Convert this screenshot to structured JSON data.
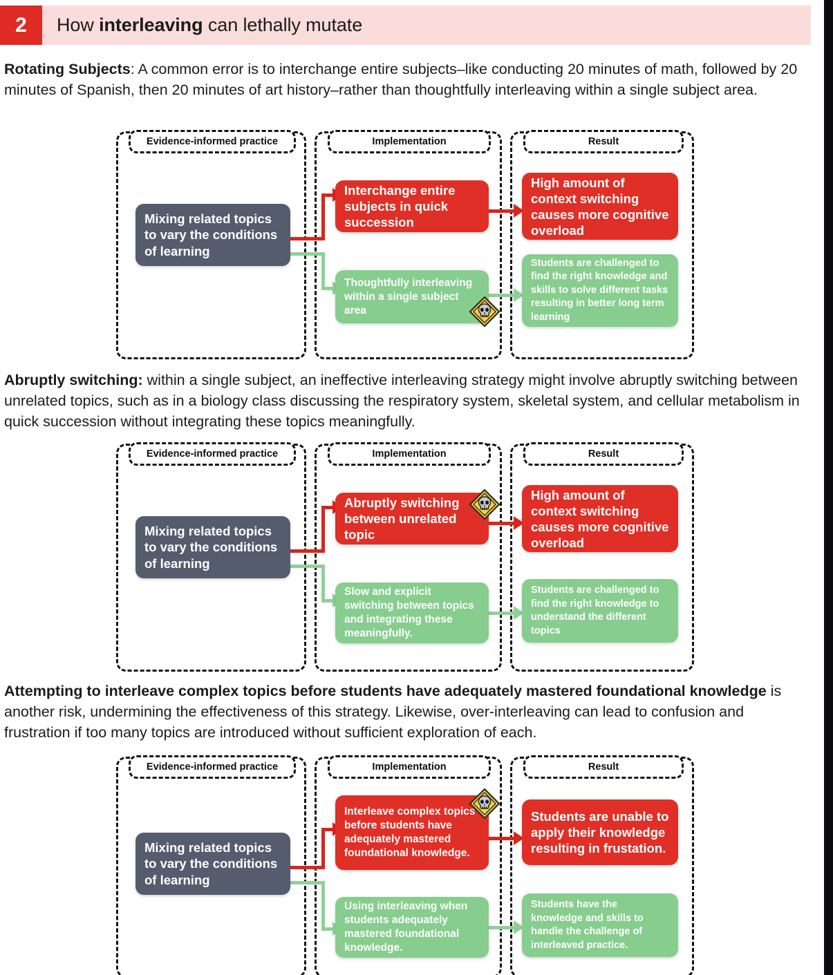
{
  "header": {
    "number": "2",
    "title_plain_1": "How ",
    "title_bold": "interleaving",
    "title_plain_2": " can lethally mutate"
  },
  "colors": {
    "banner_bg": "#fadddb",
    "badge_red": "#de2b24",
    "node_red": "#e02f26",
    "node_green": "#86cd8e",
    "node_slate": "#555c6e",
    "connector_red": "#d8261d",
    "connector_green": "#8fd098",
    "hazard_yellow": "#f5d23c",
    "dashed_border": "#111111"
  },
  "sections": [
    {
      "id": "rotating-subjects",
      "paragraph_bold": "Rotating Subjects",
      "paragraph_rest": ": A common error is to interchange entire subjects–like conducting 20 minutes of math, followed by 20 minutes of Spanish, then 20 minutes of art history–rather than thoughtfully interleaving within a single subject area.",
      "lanes": [
        "Evidence-informed practice",
        "Implementation",
        "Result"
      ],
      "practice_node": "Mixing related topics to vary the conditions of learning",
      "bad_implementation": "Interchange entire subjects in quick succession",
      "bad_result": "High amount of context switching causes more cognitive overload",
      "good_implementation": "Thoughtfully interleaving within a single subject area",
      "good_result": "Students are challenged to find the right knowledge and skills to solve different tasks resulting in better long term learning",
      "hazard_icon": "skull-hazard-icon"
    },
    {
      "id": "abruptly-switching",
      "paragraph_bold": "Abruptly switching:",
      "paragraph_rest": " within a single subject, an ineffective interleaving strategy might involve abruptly switching between unrelated topics, such as in a biology class discussing the respiratory system, skeletal system, and cellular metabolism in quick succession without integrating these topics meaningfully.",
      "lanes": [
        "Evidence-informed practice",
        "Implementation",
        "Result"
      ],
      "practice_node": "Mixing related topics to vary the conditions of learning",
      "bad_implementation": "Abruptly switching between unrelated topic",
      "bad_result": "High amount of context switching causes more cognitive overload",
      "good_implementation": "Slow and explicit switching between topics and integrating these meaningfully.",
      "good_result": "Students are challenged to find the right knowledge to understand the different topics",
      "hazard_icon": "skull-hazard-icon"
    },
    {
      "id": "complex-topics",
      "paragraph_bold": "Attempting to interleave complex topics before students have adequately mastered foundational knowledge",
      "paragraph_rest": " is another risk, undermining the effectiveness of this strategy. Likewise, over-interleaving can lead to confusion and frustration if too many topics are introduced without sufficient exploration of each.",
      "lanes": [
        "Evidence-informed practice",
        "Implementation",
        "Result"
      ],
      "practice_node": "Mixing related topics to vary the conditions of learning",
      "bad_implementation": "Interleave complex topics before students have adequately mastered foundational knowledge.",
      "bad_result": "Students are unable to apply their knowledge resulting in frustation.",
      "good_implementation": "Using interleaving when students adequately mastered foundational knowledge.",
      "good_result": "Students have the knowledge and skills to handle the challenge of interleaved practice.",
      "hazard_icon": "skull-hazard-icon"
    }
  ]
}
